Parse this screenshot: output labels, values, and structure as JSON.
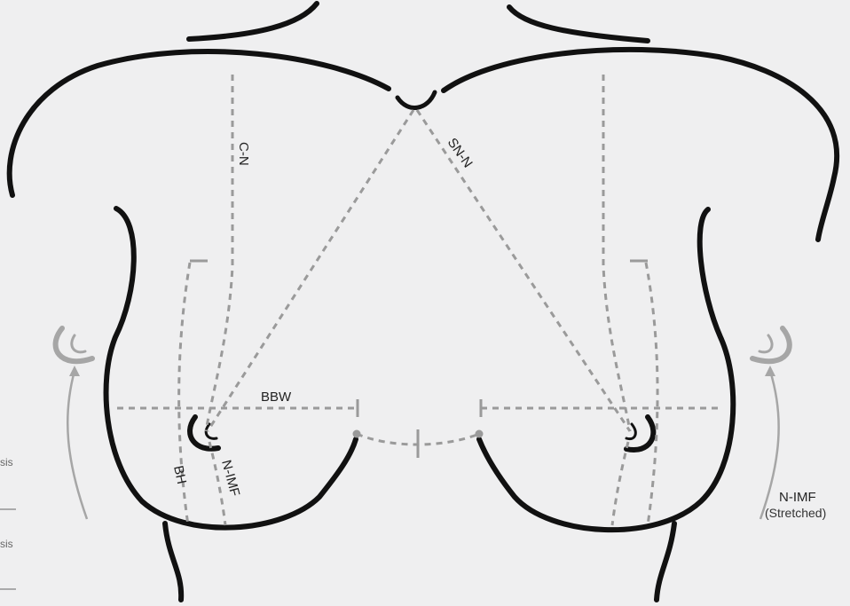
{
  "labels": {
    "c_n": "C-N",
    "sn_n": "SN-N",
    "bbw": "BBW",
    "bh": "BH",
    "n_imf": "N-IMF",
    "n_imf_stretched": "N-IMF",
    "stretched": "(Stretched)",
    "side_top": "sis",
    "side_bottom": "sis"
  },
  "colors": {
    "outline": "#111111",
    "measure": "#9a9a9a",
    "background": "#efeff0"
  }
}
